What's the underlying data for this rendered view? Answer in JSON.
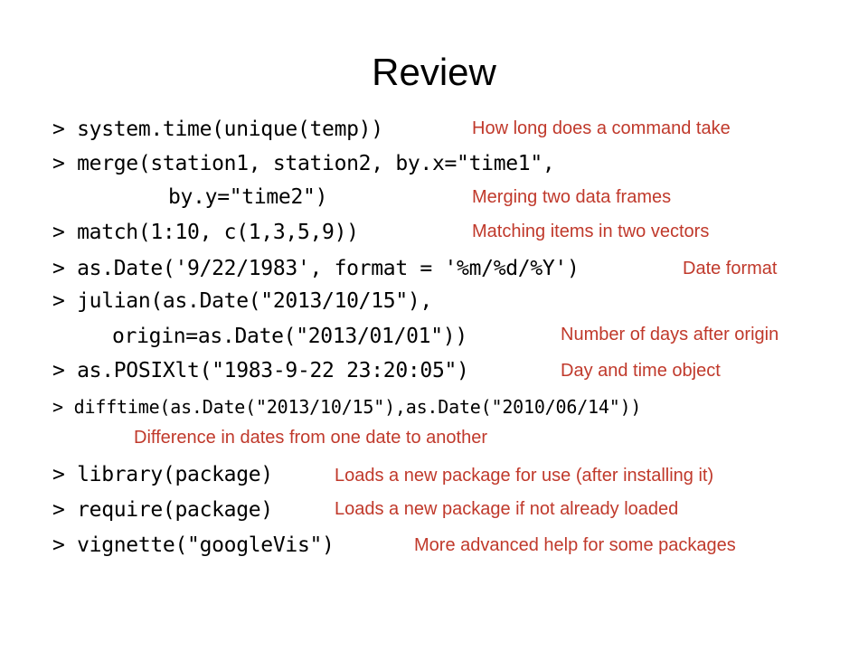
{
  "slide": {
    "title": "Review",
    "lines": {
      "system_time": "> system.time(unique(temp))",
      "merge_1": "> merge(station1, station2, by.x=\"time1\",",
      "merge_2": "by.y=\"time2\")",
      "match": "> match(1:10, c(1,3,5,9))",
      "as_date": "> as.Date('9/22/1983', format = '%m/%d/%Y')",
      "julian_1": "> julian(as.Date(\"2013/10/15\"),",
      "julian_2": "origin=as.Date(\"2013/01/01\"))",
      "posixlt": "> as.POSIXlt(\"1983-9-22 23:20:05\")",
      "difftime": "> difftime(as.Date(\"2013/10/15\"),as.Date(\"2010/06/14\"))",
      "library": "> library(package)",
      "require": "> require(package)",
      "vignette": "> vignette(\"googleVis\")"
    },
    "notes": {
      "system_time": "How long does a command take",
      "merge": "Merging two data frames",
      "match": "Matching items in two vectors",
      "as_date": "Date format",
      "julian": "Number of days after origin",
      "posixlt": "Day and time object",
      "difftime": "Difference in dates from one date to another",
      "library": "Loads a new package for use (after installing it)",
      "require": "Loads a new package if not already loaded",
      "vignette": "More advanced help for some packages"
    },
    "colors": {
      "note": "#c0392b",
      "code": "#000000",
      "background": "#ffffff"
    }
  }
}
